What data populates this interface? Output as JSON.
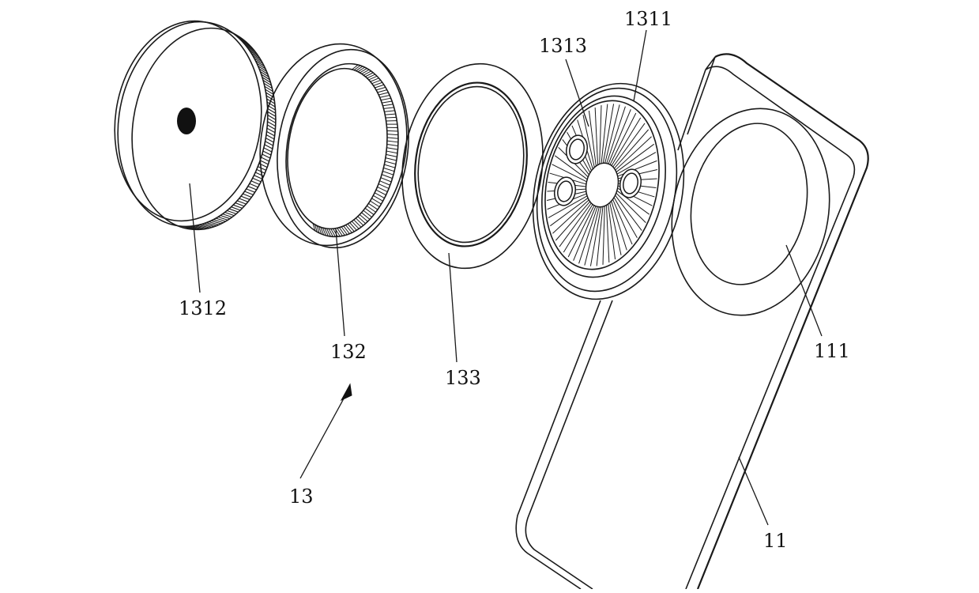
{
  "labels": {
    "l1311": "1311",
    "l1313": "1313",
    "l1312": "1312",
    "l132": "132",
    "l133": "133",
    "l111": "111",
    "l13": "13",
    "l11": "11"
  },
  "colors": {
    "stroke": "#1a1a1a",
    "background": "#ffffff"
  }
}
